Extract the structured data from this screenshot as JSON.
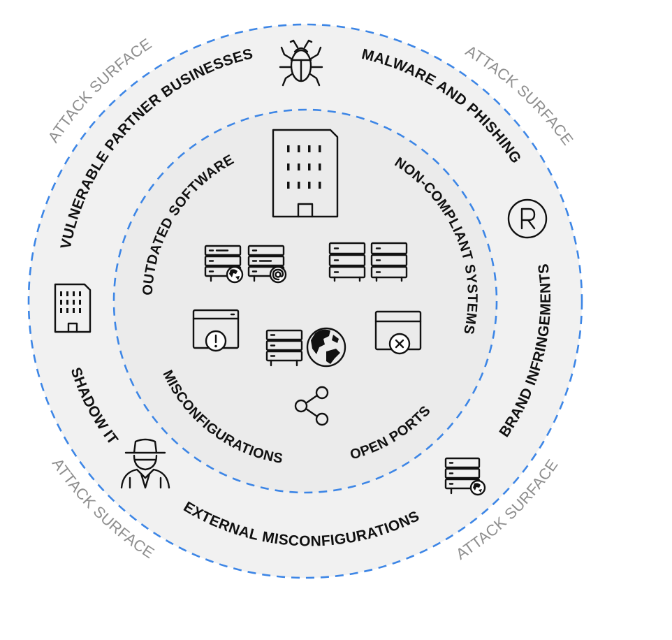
{
  "colors": {
    "outer_fill": "#f1f1f1",
    "inner_fill": "#ececec",
    "dashed_ring": "#3d86e6",
    "label_text": "#111111",
    "attack_text": "#8e8e8e"
  },
  "outer_labels": {
    "partners": "VULNERABLE PARTNER BUSINESSES",
    "malware": "MALWARE AND PHISHING",
    "brand": "BRAND INFRINGEMENTS",
    "external": "EXTERNAL MISCONFIGURATIONS",
    "shadow": "SHADOW IT"
  },
  "inner_labels": {
    "outdated": "OUTDATED SOFTWARE",
    "noncompliant": "NON-COMPLIANT SYSTEMS",
    "misconfig": "MISCONFIGURATIONS",
    "openports": "OPEN PORTS"
  },
  "attack_surface": {
    "top_left": "ATTACK SURFACE",
    "top_right": "ATTACK SURFACE",
    "bottom_left": "ATTACK SURFACE",
    "bottom_right": "ATTACK SURFACE"
  },
  "icons": {
    "center": "office-building-icon",
    "bug": "bug-icon",
    "registered": "registered-trademark-icon",
    "small_building": "small-building-icon",
    "spy": "hacker-spy-icon",
    "server_globe_outer": "server-globe-icon",
    "servers_outdated": "server-globe-mail-icon",
    "servers_noncompliant": "server-rack-icon",
    "window_warning": "window-warning-icon",
    "server_globe_center": "server-globe-icon",
    "window_error": "window-error-icon",
    "share": "share-nodes-icon"
  }
}
